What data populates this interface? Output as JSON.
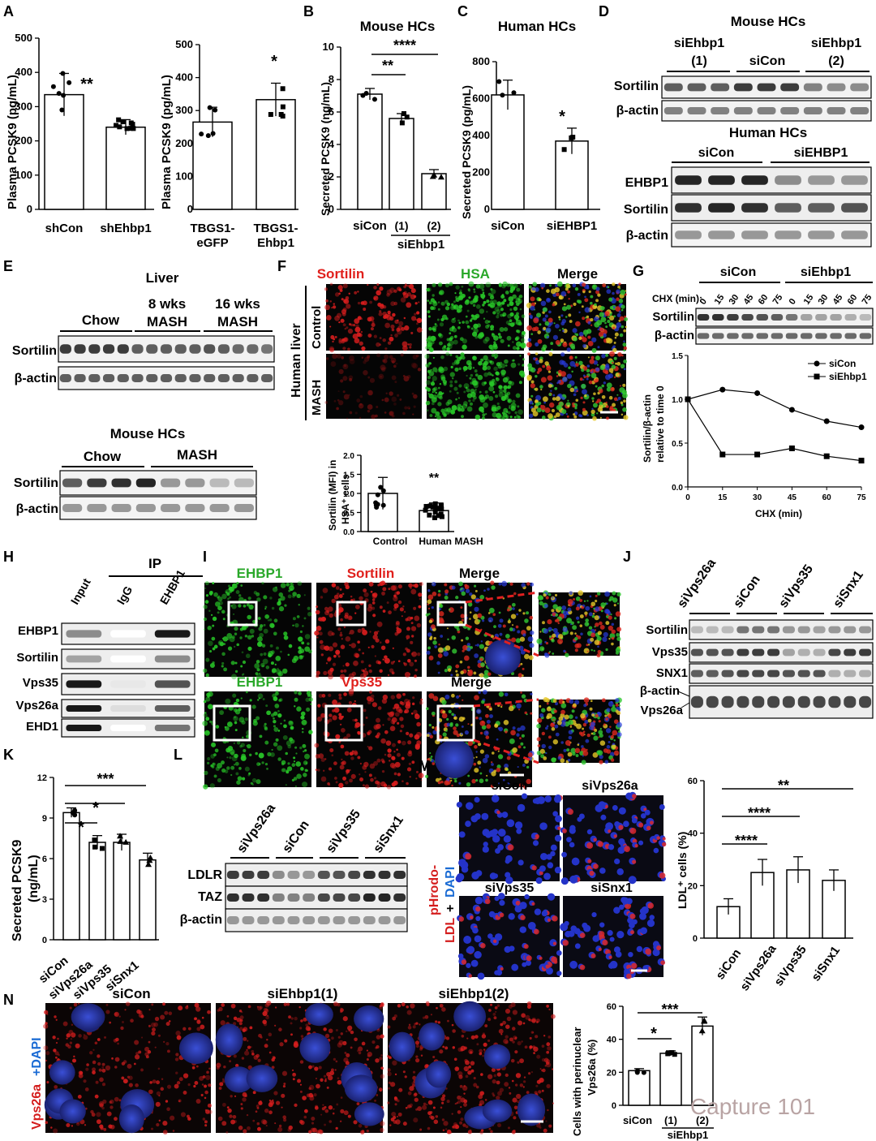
{
  "panels": {
    "A": {
      "letter": "A",
      "ylabel": "Plasma PCSK9 (pg/mL)",
      "sig1": "**",
      "sig2": "*",
      "left": {
        "labels": [
          "shCon",
          "shEhbp1"
        ],
        "ticks": [
          "0",
          "100",
          "200",
          "300",
          "400",
          "500"
        ]
      },
      "right": {
        "labels1": [
          "TBGS1-",
          "TBGS1-"
        ],
        "labels2": [
          "eGFP",
          "Ehbp1"
        ],
        "ticks": [
          "0",
          "100",
          "200",
          "300",
          "400",
          "500"
        ]
      }
    },
    "B": {
      "letter": "B",
      "title": "Mouse HCs",
      "ylabel": "Secreted PCSK9 (ng/mL)",
      "ticks": [
        "0",
        "2",
        "4",
        "6",
        "8",
        "10"
      ],
      "labels": [
        "siCon",
        "(1)",
        "(2)"
      ],
      "group": "siEhbp1",
      "sig1": "**",
      "sig2": "****"
    },
    "C": {
      "letter": "C",
      "title": "Human HCs",
      "ylabel": "Secreted PCSK9 (pg/mL)",
      "ticks": [
        "0",
        "200",
        "400",
        "600",
        "800"
      ],
      "labels": [
        "siCon",
        "siEHBP1"
      ],
      "sig": "*"
    },
    "D": {
      "letter": "D",
      "title1": "Mouse HCs",
      "g1": "siEhbp1",
      "g1n": "(1)",
      "g2": "siCon",
      "g3": "siEhbp1",
      "g3n": "(2)",
      "row1": "Sortilin",
      "row2": "β-actin",
      "title2": "Human HCs",
      "h1": "siCon",
      "h2": "siEHBP1",
      "row3": "EHBP1",
      "row4": "Sortilin",
      "row5": "β-actin"
    },
    "E": {
      "letter": "E",
      "title": "Liver",
      "g1": "Chow",
      "g2a": "8 wks",
      "g2b": "MASH",
      "g3a": "16 wks",
      "g3b": "MASH",
      "row1": "Sortilin",
      "row2": "β-actin",
      "title2": "Mouse HCs",
      "h1": "Chow",
      "h2": "MASH",
      "row3": "Sortilin",
      "row4": "β-actin"
    },
    "F": {
      "letter": "F",
      "col1": "Sortilin",
      "col2": "HSA",
      "col3": "Merge",
      "side": "Human liver",
      "r1": "Control",
      "r2": "MASH",
      "ylabel1": "Sortilin (MFI) in",
      "ylabel2": "HSA⁺ cells",
      "ticks": [
        "0.0",
        "0.5",
        "1.0",
        "1.5",
        "2.0"
      ],
      "labels": [
        "Control",
        "Human MASH"
      ],
      "sig": "**"
    },
    "G": {
      "letter": "G",
      "g1": "siCon",
      "g2": "siEhbp1",
      "chx": "CHX (min):",
      "times": [
        "0",
        "15",
        "30",
        "45",
        "60",
        "75"
      ],
      "row1": "Sortilin",
      "row2": "β-actin",
      "ylabel1": "Sortilin/β-actin",
      "ylabel2": "relative to time 0",
      "xlabel": "CHX (min)"
    },
    "H": {
      "letter": "H",
      "ip": "IP",
      "lanes": [
        "Input",
        "IgG",
        "EHBP1"
      ],
      "rows": [
        "EHBP1",
        "Sortilin",
        "Vps35",
        "Vps26a",
        "EHD1"
      ]
    },
    "I": {
      "letter": "I",
      "r1c1": "EHBP1",
      "r1c2": "Sortilin",
      "r1c3": "Merge",
      "r2c1": "EHBP1",
      "r2c2": "Vps35",
      "r2c3": "Merge"
    },
    "J": {
      "letter": "J",
      "lanes": [
        "siVps26a",
        "siCon",
        "siVps35",
        "siSnx1"
      ],
      "rows": [
        "Sortilin",
        "Vps35",
        "SNX1",
        "β-actin",
        "Vps26a"
      ]
    },
    "K": {
      "letter": "K",
      "ylabel1": "Secreted PCSK9",
      "ylabel2": "(ng/mL)",
      "ticks": [
        "0",
        "3",
        "6",
        "9",
        "12"
      ],
      "labels": [
        "siCon",
        "siVps26a",
        "siVps35",
        "siSnx1"
      ],
      "sig1": "***",
      "sig2": "*",
      "sig3": "*"
    },
    "L": {
      "letter": "L",
      "lanes": [
        "siVps26a",
        "siCon",
        "siVps35",
        "siSnx1"
      ],
      "rows": [
        "LDLR",
        "TAZ",
        "β-actin"
      ]
    },
    "M": {
      "letter": "M",
      "c1": "siCon",
      "c2": "siVps26a",
      "c3": "siVps35",
      "c4": "siSnx1",
      "side1": "pHrodo-",
      "side2": "LDL",
      "side3": "+",
      "side4": "DAPI",
      "ylabel": "LDL⁺ cells (%)",
      "ticks": [
        "0",
        "20",
        "40",
        "60"
      ],
      "labels": [
        "siCon",
        "siVps26a",
        "siVps35",
        "siSnx1"
      ],
      "sig1": "**",
      "sig2": "****",
      "sig3": "****"
    },
    "N": {
      "letter": "N",
      "c1": "siCon",
      "c2": "siEhbp1(1)",
      "c3": "siEhbp1(2)",
      "side1": "Vps26a",
      "side2": "+DAPI",
      "ylabel1": "Cells with perinuclear",
      "ylabel2": "Vps26a (%)",
      "ticks": [
        "0",
        "20",
        "40",
        "60"
      ],
      "labels": [
        "siCon",
        "(1)",
        "(2)"
      ],
      "group": "siEhbp1",
      "sig1": "*",
      "sig2": "***"
    }
  },
  "watermark": "Capture 101",
  "chart_data": [
    {
      "type": "bar",
      "panel": "A-left",
      "categories": [
        "shCon",
        "shEhbp1"
      ],
      "values": [
        335,
        240
      ],
      "ylim": [
        0,
        500
      ],
      "ylabel": "Plasma PCSK9 (pg/mL)"
    },
    {
      "type": "bar",
      "panel": "A-right",
      "categories": [
        "TBGS1-eGFP",
        "TBGS1-Ehbp1"
      ],
      "values": [
        265,
        333
      ],
      "ylim": [
        0,
        500
      ],
      "ylabel": "Plasma PCSK9 (pg/mL)"
    },
    {
      "type": "bar",
      "panel": "B",
      "categories": [
        "siCon",
        "siEhbp1 (1)",
        "siEhbp1 (2)"
      ],
      "values": [
        7.1,
        5.6,
        2.2
      ],
      "ylim": [
        0,
        10
      ],
      "ylabel": "Secreted PCSK9 (ng/mL)"
    },
    {
      "type": "bar",
      "panel": "C",
      "categories": [
        "siCon",
        "siEHBP1"
      ],
      "values": [
        620,
        370
      ],
      "ylim": [
        0,
        800
      ],
      "ylabel": "Secreted PCSK9 (pg/mL)"
    },
    {
      "type": "bar",
      "panel": "F",
      "categories": [
        "Control",
        "Human MASH"
      ],
      "values": [
        1.0,
        0.55
      ],
      "ylim": [
        0,
        2.0
      ]
    },
    {
      "type": "line",
      "panel": "G",
      "x": [
        0,
        15,
        30,
        45,
        60,
        75
      ],
      "series": [
        {
          "name": "siCon",
          "values": [
            1.0,
            1.11,
            1.07,
            0.88,
            0.75,
            0.68
          ]
        },
        {
          "name": "siEhbp1",
          "values": [
            1.0,
            0.37,
            0.37,
            0.44,
            0.35,
            0.3
          ]
        }
      ],
      "xlabel": "CHX (min)",
      "ylim": [
        0,
        1.5
      ],
      "yticks": [
        "0.0",
        "0.5",
        "1.0",
        "1.5"
      ],
      "xticks": [
        "0",
        "15",
        "30",
        "45",
        "60",
        "75"
      ]
    },
    {
      "type": "bar",
      "panel": "K",
      "categories": [
        "siCon",
        "siVps26a",
        "siVps35",
        "siSnx1"
      ],
      "values": [
        9.4,
        7.2,
        7.2,
        5.9
      ],
      "ylim": [
        0,
        12
      ]
    },
    {
      "type": "bar",
      "panel": "M",
      "categories": [
        "siCon",
        "siVps26a",
        "siVps35",
        "siSnx1"
      ],
      "values": [
        12,
        25,
        26,
        22
      ],
      "ylim": [
        0,
        60
      ],
      "ylabel": "LDL⁺ cells (%)"
    },
    {
      "type": "bar",
      "panel": "N",
      "categories": [
        "siCon",
        "siEhbp1 (1)",
        "siEhbp1 (2)"
      ],
      "values": [
        21,
        31.5,
        48
      ],
      "ylim": [
        0,
        60
      ]
    }
  ]
}
